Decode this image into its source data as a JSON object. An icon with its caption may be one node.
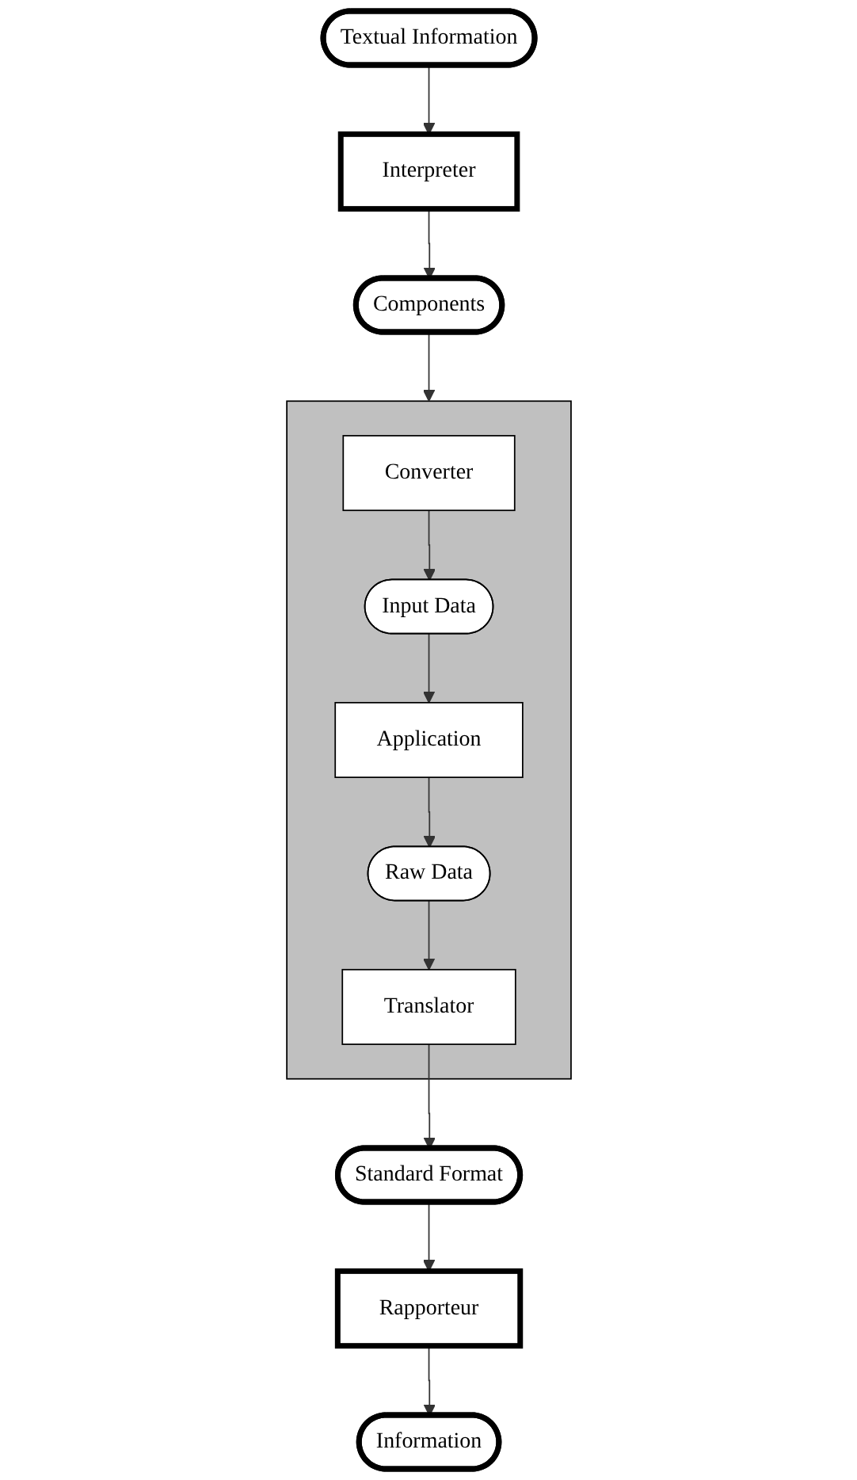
{
  "diagram": {
    "nodes": [
      {
        "text": [
          "Textual Information"
        ]
      },
      {
        "text": [
          "Interpreter"
        ]
      },
      {
        "text": [
          "Components"
        ]
      },
      {
        "text": [],
        "shape": "box"
      },
      {
        "text": [
          "Converter"
        ],
        "in": 3
      },
      {
        "text": [
          "Input Data"
        ],
        "in": 3
      },
      {
        "text": [
          "Application"
        ],
        "in": 3
      },
      {
        "text": [
          "Raw Data"
        ],
        "in": 3
      },
      {
        "text": [
          "Translator"
        ],
        "in": 3
      },
      {
        "text": [
          "Standard Format"
        ]
      },
      {
        "text": [
          "Rapporteur"
        ]
      },
      {
        "text": [
          "Information"
        ]
      }
    ],
    "edges": [
      {
        "from": 0,
        "to": 1,
        "arrow": "to"
      },
      {
        "from": 1,
        "to": 2,
        "arrow": "to"
      },
      {
        "from": 2,
        "to": 3,
        "arrow": "to"
      },
      {
        "from": 4,
        "to": 5,
        "arrow": "to"
      },
      {
        "from": 5,
        "to": 6,
        "arrow": "to"
      },
      {
        "from": 6,
        "to": 7,
        "arrow": "to"
      },
      {
        "from": 7,
        "to": 8,
        "arrow": "to"
      },
      {
        "from": 8,
        "to": 9,
        "arrow": "to"
      },
      {
        "from": 9,
        "to": 10,
        "arrow": "to"
      },
      {
        "from": 10,
        "to": 11,
        "arrow": "to"
      }
    ]
  }
}
